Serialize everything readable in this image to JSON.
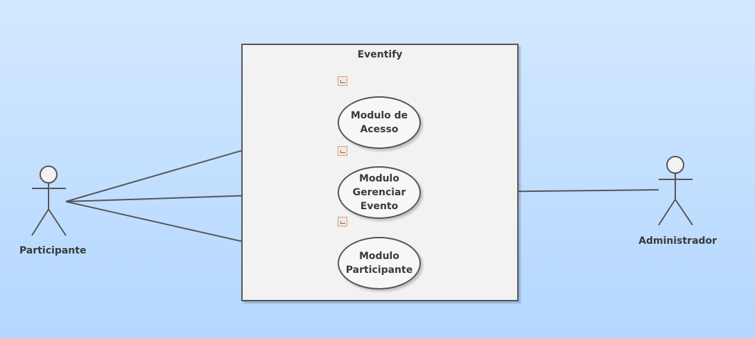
{
  "diagram": {
    "system_name": "Eventify",
    "use_cases": [
      {
        "label": "Modulo de\nAcesso"
      },
      {
        "label": "Modulo\nGerenciar\nEvento"
      },
      {
        "label": "Modulo\nParticipante"
      }
    ],
    "actors": [
      {
        "label": "Participante"
      },
      {
        "label": "Administrador"
      }
    ]
  },
  "colors": {
    "background_top": "#d3e8ff",
    "background_bottom": "#b3d7ff",
    "boundary_fill": "#f2f2f2",
    "stroke": "#555555"
  }
}
